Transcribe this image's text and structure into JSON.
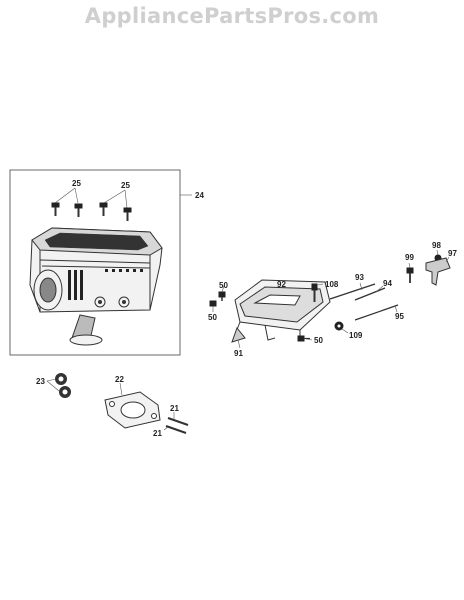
{
  "watermark": "AppliancePartsPros.com",
  "callouts": {
    "c25a": "25",
    "c25b": "25",
    "c24": "24",
    "c50a": "50",
    "c50b": "50",
    "c50c": "50",
    "c92": "92",
    "c108": "108",
    "c93": "93",
    "c94": "94",
    "c95": "95",
    "c99": "99",
    "c98": "98",
    "c97": "97",
    "c91": "91",
    "c109": "109",
    "c23": "23",
    "c22": "22",
    "c21a": "21",
    "c21b": "21"
  }
}
